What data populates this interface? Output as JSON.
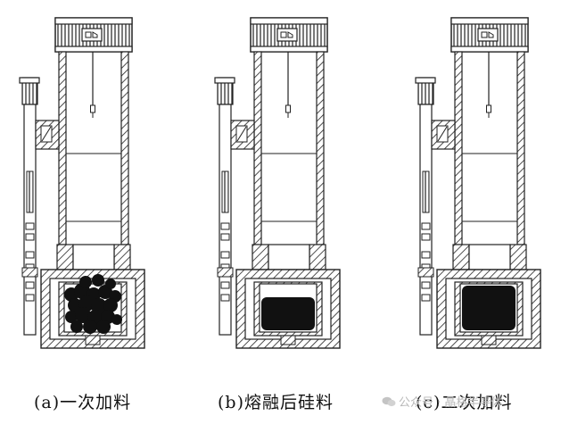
{
  "panels": [
    {
      "id": "a",
      "caption": "(a)一次加料",
      "charge": "lumps"
    },
    {
      "id": "b",
      "caption": "(b)熔融后硅料",
      "charge": "melt-partial"
    },
    {
      "id": "c",
      "caption": "(c)二次加料",
      "charge": "melt-full"
    }
  ],
  "watermark": {
    "text": "公众号 · 晶格半导体"
  },
  "colors": {
    "line": "#222222",
    "fill_dark": "#111111",
    "background": "#ffffff"
  }
}
